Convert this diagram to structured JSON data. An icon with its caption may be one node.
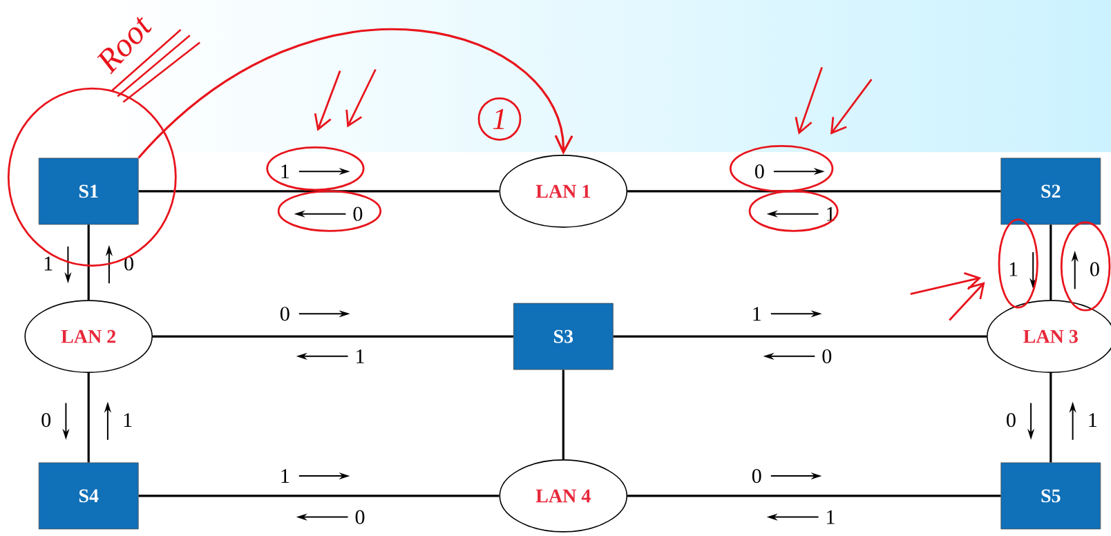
{
  "diagram": {
    "nodes": [
      {
        "text": [
          "S1"
        ]
      },
      {
        "text": [
          "LAN 1"
        ]
      },
      {
        "text": [
          "S2"
        ]
      },
      {
        "text": [
          "LAN 2"
        ]
      },
      {
        "text": [
          "S3"
        ]
      },
      {
        "text": [
          "LAN 3"
        ]
      },
      {
        "text": [
          "S4"
        ]
      },
      {
        "text": [
          "LAN 4"
        ]
      },
      {
        "text": [
          "S5"
        ]
      }
    ],
    "edges": [
      {
        "from": 0,
        "to": 1,
        "arrow": "none"
      },
      {
        "from": 1,
        "to": 2,
        "arrow": "none"
      },
      {
        "from": 0,
        "to": 3,
        "arrow": "none"
      },
      {
        "from": 3,
        "to": 4,
        "arrow": "none"
      },
      {
        "from": 4,
        "to": 5,
        "arrow": "none"
      },
      {
        "from": 2,
        "to": 5,
        "arrow": "none"
      },
      {
        "from": 4,
        "to": 7,
        "arrow": "none"
      },
      {
        "from": 3,
        "to": 6,
        "arrow": "none"
      },
      {
        "from": 5,
        "to": 8,
        "arrow": "none"
      },
      {
        "from": 6,
        "to": 7,
        "arrow": "none"
      },
      {
        "from": 7,
        "to": 8,
        "arrow": "none"
      },
      {
        "from": 0,
        "to": 1,
        "arrow": "to",
        "color": "#e8141c"
      }
    ],
    "labels": [
      "Root",
      "1",
      "1",
      "0",
      "0",
      "1",
      "1",
      "0",
      "1",
      "0",
      "0",
      "1",
      "1",
      "0",
      "0",
      "1",
      "0",
      "1",
      "1",
      "0",
      "0",
      "1"
    ]
  }
}
